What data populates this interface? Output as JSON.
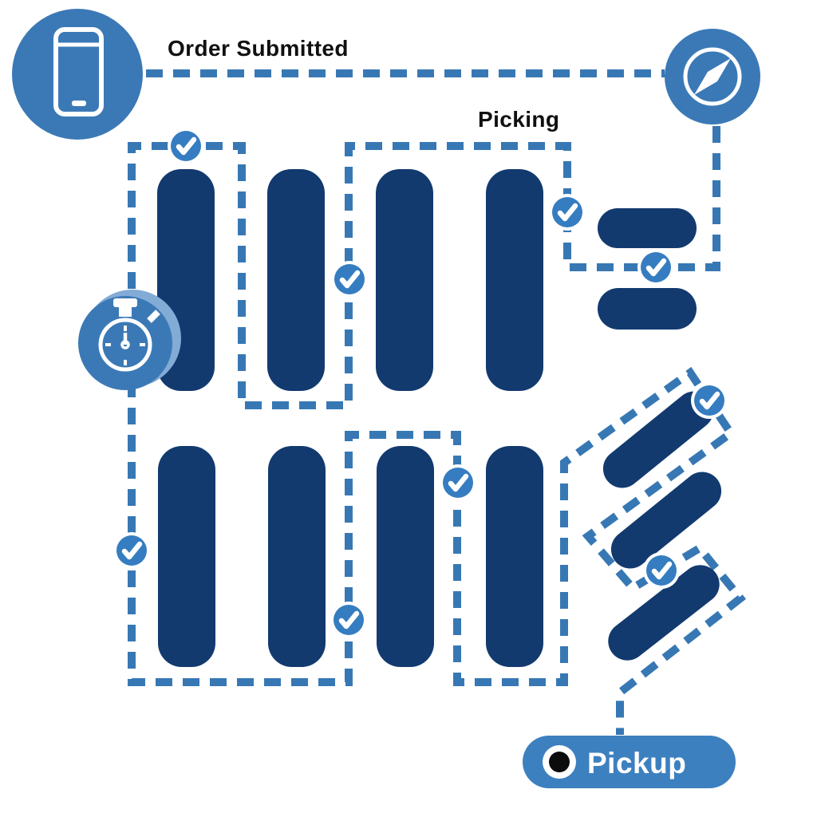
{
  "diagram": {
    "title": "Warehouse order picking route",
    "type": "route-infographic"
  },
  "labels": {
    "order_submitted": "Order Submitted",
    "picking": "Picking",
    "pickup": "Pickup"
  },
  "stages": [
    {
      "label": "Order Submitted",
      "icon": "smartphone-icon"
    },
    {
      "label": "Picking",
      "icon": "compass-icon"
    },
    {
      "label": "Pickup",
      "icon": "record-dot-icon"
    }
  ],
  "icons": {
    "start": "smartphone-icon",
    "navigation": "compass-icon",
    "timer": "stopwatch-icon",
    "checkpoint": "checkmark-icon",
    "pickup_marker": "record-dot-icon"
  },
  "checkpoints": {
    "count": 9,
    "symbol": "white checkmark in blue circle"
  },
  "shelves": {
    "vertical": 8,
    "horizontal": 2,
    "diagonal": 3
  },
  "colors": {
    "background": "#ffffff",
    "route_blue": "#3778b4",
    "checkpoint_blue": "#357dc0",
    "icon_circle_blue": "#3b79b6",
    "stopwatch_halo_blue": "#82abd6",
    "shelf_navy": "#123a6f",
    "pickup_button_blue": "#3d80c0",
    "pickup_dot_black": "#0c0c0c",
    "label_black": "#101010",
    "white": "#ffffff"
  }
}
